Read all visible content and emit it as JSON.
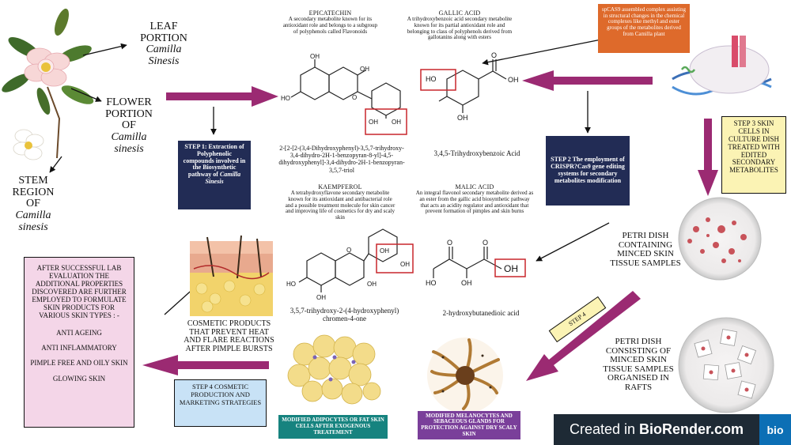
{
  "plants": {
    "leaf": {
      "line1": "LEAF",
      "line2": "PORTION",
      "line3": "Camilla",
      "line4": "Sinesis"
    },
    "flower": {
      "line1": "FLOWER",
      "line2": "PORTION",
      "line3": "OF",
      "line4": "Camilla",
      "line5": "sinesis"
    },
    "stem": {
      "line1": "STEM",
      "line2": "REGION",
      "line3": "OF",
      "line4": "Camilla",
      "line5": "sinesis"
    }
  },
  "molecules": {
    "epicatechin": {
      "title": "EPICATECHIN",
      "desc": "A secondary metabolite known for its antioxidant role and belongs to a subgroup of polyphenols called Flavonoids",
      "name": "2-[2-[2-(3,4-Dihydroxyphenyl)-3,5,7-trihydroxy-3,4-dihydro-2H-1-benzopyran-8-yl]-4,5-dihydroxyphenyl]-3,4-dihydro-2H-1-benzopyran-3,5,7-triol",
      "labels": {
        "oh1": "OH",
        "oh2": "OH",
        "oh3": "HO",
        "oh4": "OH",
        "oh5": "OH",
        "o": "O"
      }
    },
    "gallic": {
      "title": "GALLIC ACID",
      "desc": "A trihydroxybenzoic acid secondary metabolite known for its partial antioxidant role and belonging to class of polyphenols derived from gallotanins along with esters",
      "name": "3,4,5-Trihydroxybenzoic Acid",
      "labels": {
        "ho": "HO",
        "oh1": "OH",
        "oh2": "OH",
        "o": "O"
      }
    },
    "kaempferol": {
      "title": "KAEMPFEROL",
      "desc": "A tetrahydroxyflavone secondary metabolite known for its antioxidant and antibacterial role and a possible treatment molecule for skin cancer and improving life of cosmetics for dry and scaly skin",
      "name": "3,5,7-trihydroxy-2-(4-hydroxyphenyl) chromen-4-one",
      "labels": {
        "oh1": "OH",
        "oh2": "OH",
        "ho": "HO",
        "oh3": "OH",
        "oh4": "OH",
        "o": "O"
      }
    },
    "malic": {
      "title": "MALIC ACID",
      "desc": "An integral flavonol secondary metabolite derived as an ester from the gallic acid biosynthetic pathway that acts an acidity regulator and antioxidant that prevent formation of pimples and skin burns",
      "name": "2-hydroxybutanedioic acid",
      "labels": {
        "o1": "O",
        "o2": "O",
        "ho": "HO",
        "oh": "OH",
        "oh2": "OH"
      }
    }
  },
  "boxes": {
    "step1": "STEP 1: Extraction of Polyphenolic compounds involved in the Biosynthetic pathway of",
    "step1_italic": "Camilla Sinesis",
    "step2": "STEP 2 The employment of CRISPR?Cas9 gene editing systems for secondary metabolites modification",
    "spcas9": "spCAS9 assembled complex assisting in structural changes in the chemical complexes like methyl and ester groups of the metabolites derived from Camilla plant",
    "step3": "STEP 3 SKIN CELLS IN CULTURE DISH TREATED WITH EDITED SECONDARY METABOLITES",
    "step4_diag": "STEP 4",
    "step4_main": "STEP 4 COSMETIC PRODUCTION AND MARKETING STRATEGIES",
    "adipocytes": "MODIFIED ADIPOCYTES OR FAT SKIN CELLS AFTER EXOGENOUS TREATEMENT",
    "melanocytes": "MODIFIED MELANOCYTES AND SEBACEOUS GLANDS FOR PROTECTION AGAINST DRY SCALY SKIN"
  },
  "texts": {
    "petri1": "PETRI DISH CONTAINING MINCED SKIN TISSUE SAMPLES",
    "petri2": "PETRI DISH CONSISTING OF MINCED SKIN TISSUE SAMPLES ORGANISED IN RAFTS",
    "cosmetic": "COSMETIC PRODUCTS THAT PREVENT HEAT AND FLARE REACTIONS AFTER PIMPLE BURSTS",
    "pink_intro": "AFTER SUCCESSFUL LAB EVALUATION THE ADDITIONAL PROPERTIES DISCOVERED ARE FURTHER EMPLOYED TO FORMULATE SKIN PRODUCTS FOR VARIOUS SKIN TYPES : -",
    "skin_types": [
      "ANTI AGEING",
      "ANTI INFLAMMATORY",
      "PIMPLE FREE AND OILY SKIN",
      "GLOWING SKIN"
    ]
  },
  "watermark": {
    "prefix": "Created in ",
    "brand": "BioRender.com",
    "logo": "bio"
  },
  "colors": {
    "arrow": "#9b2a72",
    "navy": "#222c55",
    "orange": "#de6a2b",
    "yellow": "#fbf3b4",
    "pink": "#f4d6e8",
    "lightblue": "#c8e2f6",
    "teal": "#16837f",
    "purple": "#7a3f9a",
    "highlight": "#c9262c"
  }
}
